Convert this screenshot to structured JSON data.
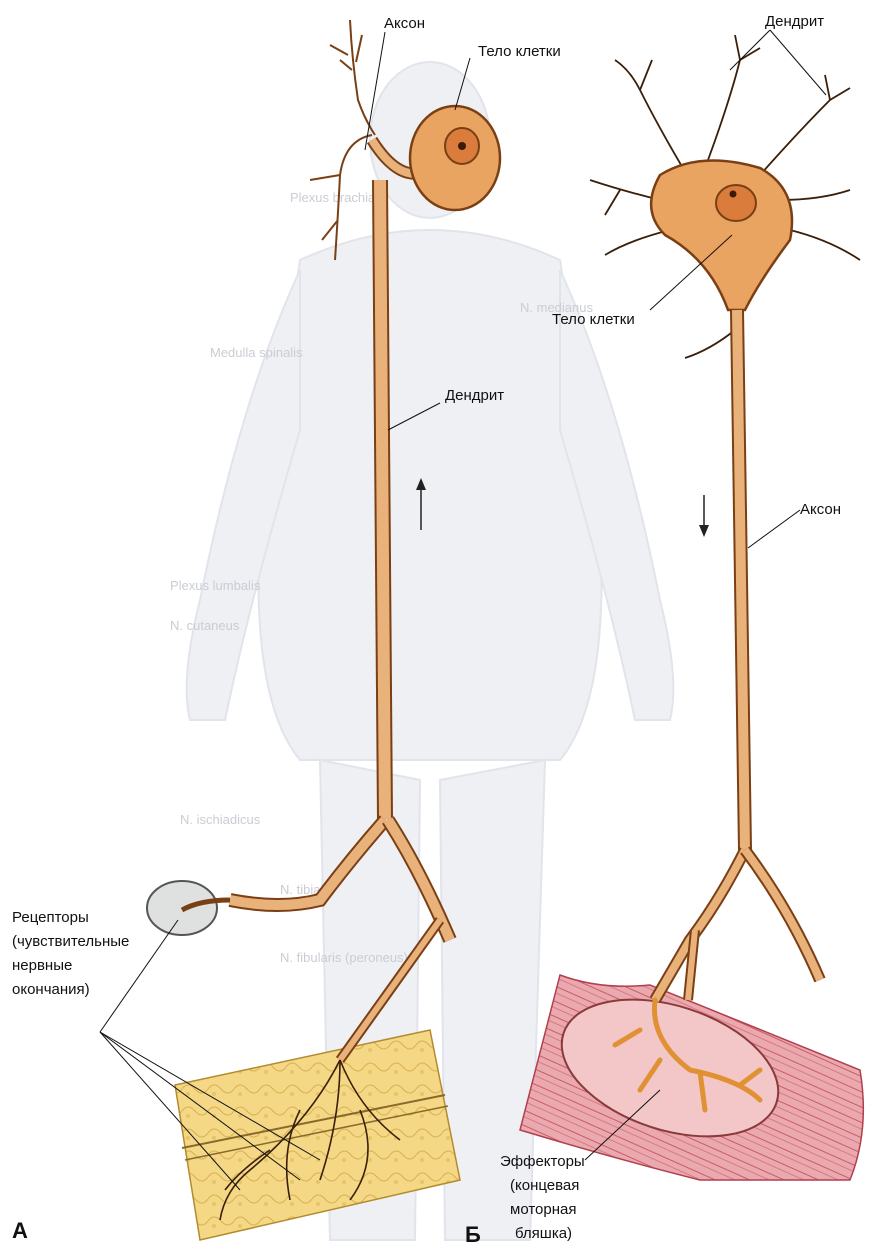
{
  "colors": {
    "neuron_fill": "#e9b27a",
    "neuron_stroke": "#7a3f14",
    "cell_body_fill": "#e8a460",
    "nucleus_fill": "#d97c3c",
    "skin_fill": "#f2d27a",
    "muscle_fill": "#e9a1a8",
    "background_figure": "#eef0f4"
  },
  "panels": {
    "a": "А",
    "b": "Б"
  },
  "sensory_neuron": {
    "axon_label": "Аксон",
    "cell_body_label": "Тело клетки",
    "dendrite_label": "Дендрит",
    "receptors_label": [
      "Рецепторы",
      "(чувствительные",
      "нервные",
      "окончания)"
    ],
    "direction": "up"
  },
  "motor_neuron": {
    "dendrite_label": "Дендрит",
    "cell_body_label": "Тело клетки",
    "axon_label": "Аксон",
    "effectors_label": [
      "Эффекторы",
      "(концевая",
      "моторная",
      "бляшка)"
    ],
    "direction": "down"
  },
  "background_labels": [
    "Plexus brachialis",
    "N. medianus",
    "N. cutaneus",
    "N. ischiadicus",
    "N. tibialis",
    "N. fibularis (peroneus)",
    "Medulla spinalis",
    "Plexus lumbalis"
  ]
}
